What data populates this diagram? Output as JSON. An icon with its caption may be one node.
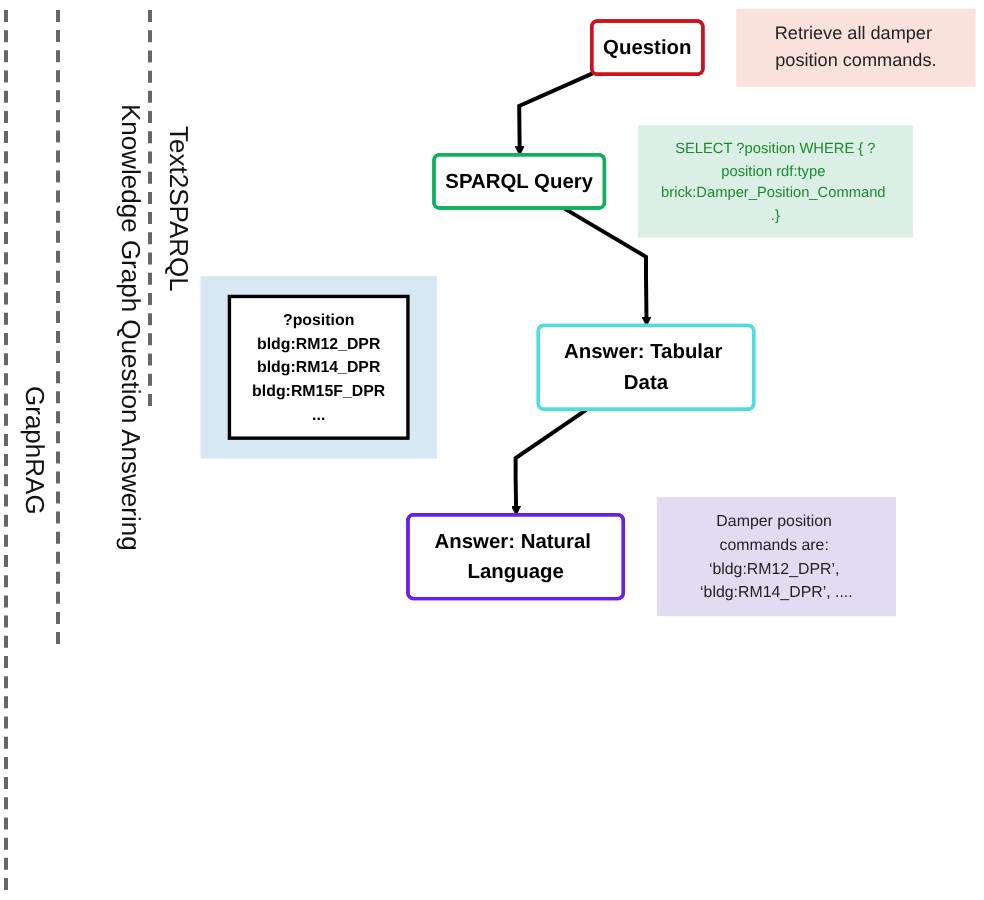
{
  "diagram": {
    "nodes": [
      {
        "text": [
          "Question"
        ]
      },
      {
        "text": [
          "Retrieve all damper position commands."
        ]
      },
      {
        "text": [
          "SPARQL Query"
        ]
      },
      {
        "text": [
          "SELECT ?position WHERE { ?position rdf:type brick:Damper_Position_Command .}"
        ]
      },
      {
        "text": [
          "Answer: Tabular Data"
        ]
      },
      {
        "text": [],
        "shape": "box"
      },
      {
        "text": [
          "?position",
          "bldg:RM12_DPR",
          "bldg:RM14_DPR",
          "bldg:RM15F_DPR",
          "..."
        ],
        "in": 5
      },
      {
        "text": [
          "Answer: Natural Language"
        ]
      },
      {
        "text": [
          "Damper position commands are: ‘bldg:RM12_DPR’, ‘bldg:RM14_DPR’, ...."
        ]
      }
    ],
    "edges": [
      {
        "from": 0,
        "to": 2,
        "arrow": "to"
      },
      {
        "from": 2,
        "to": 4,
        "arrow": "to"
      },
      {
        "from": 4,
        "to": 7,
        "arrow": "to"
      }
    ],
    "labels": [
      "Text2SPARQL",
      "Knowledge Graph Question Answering",
      "GraphRAG"
    ]
  }
}
